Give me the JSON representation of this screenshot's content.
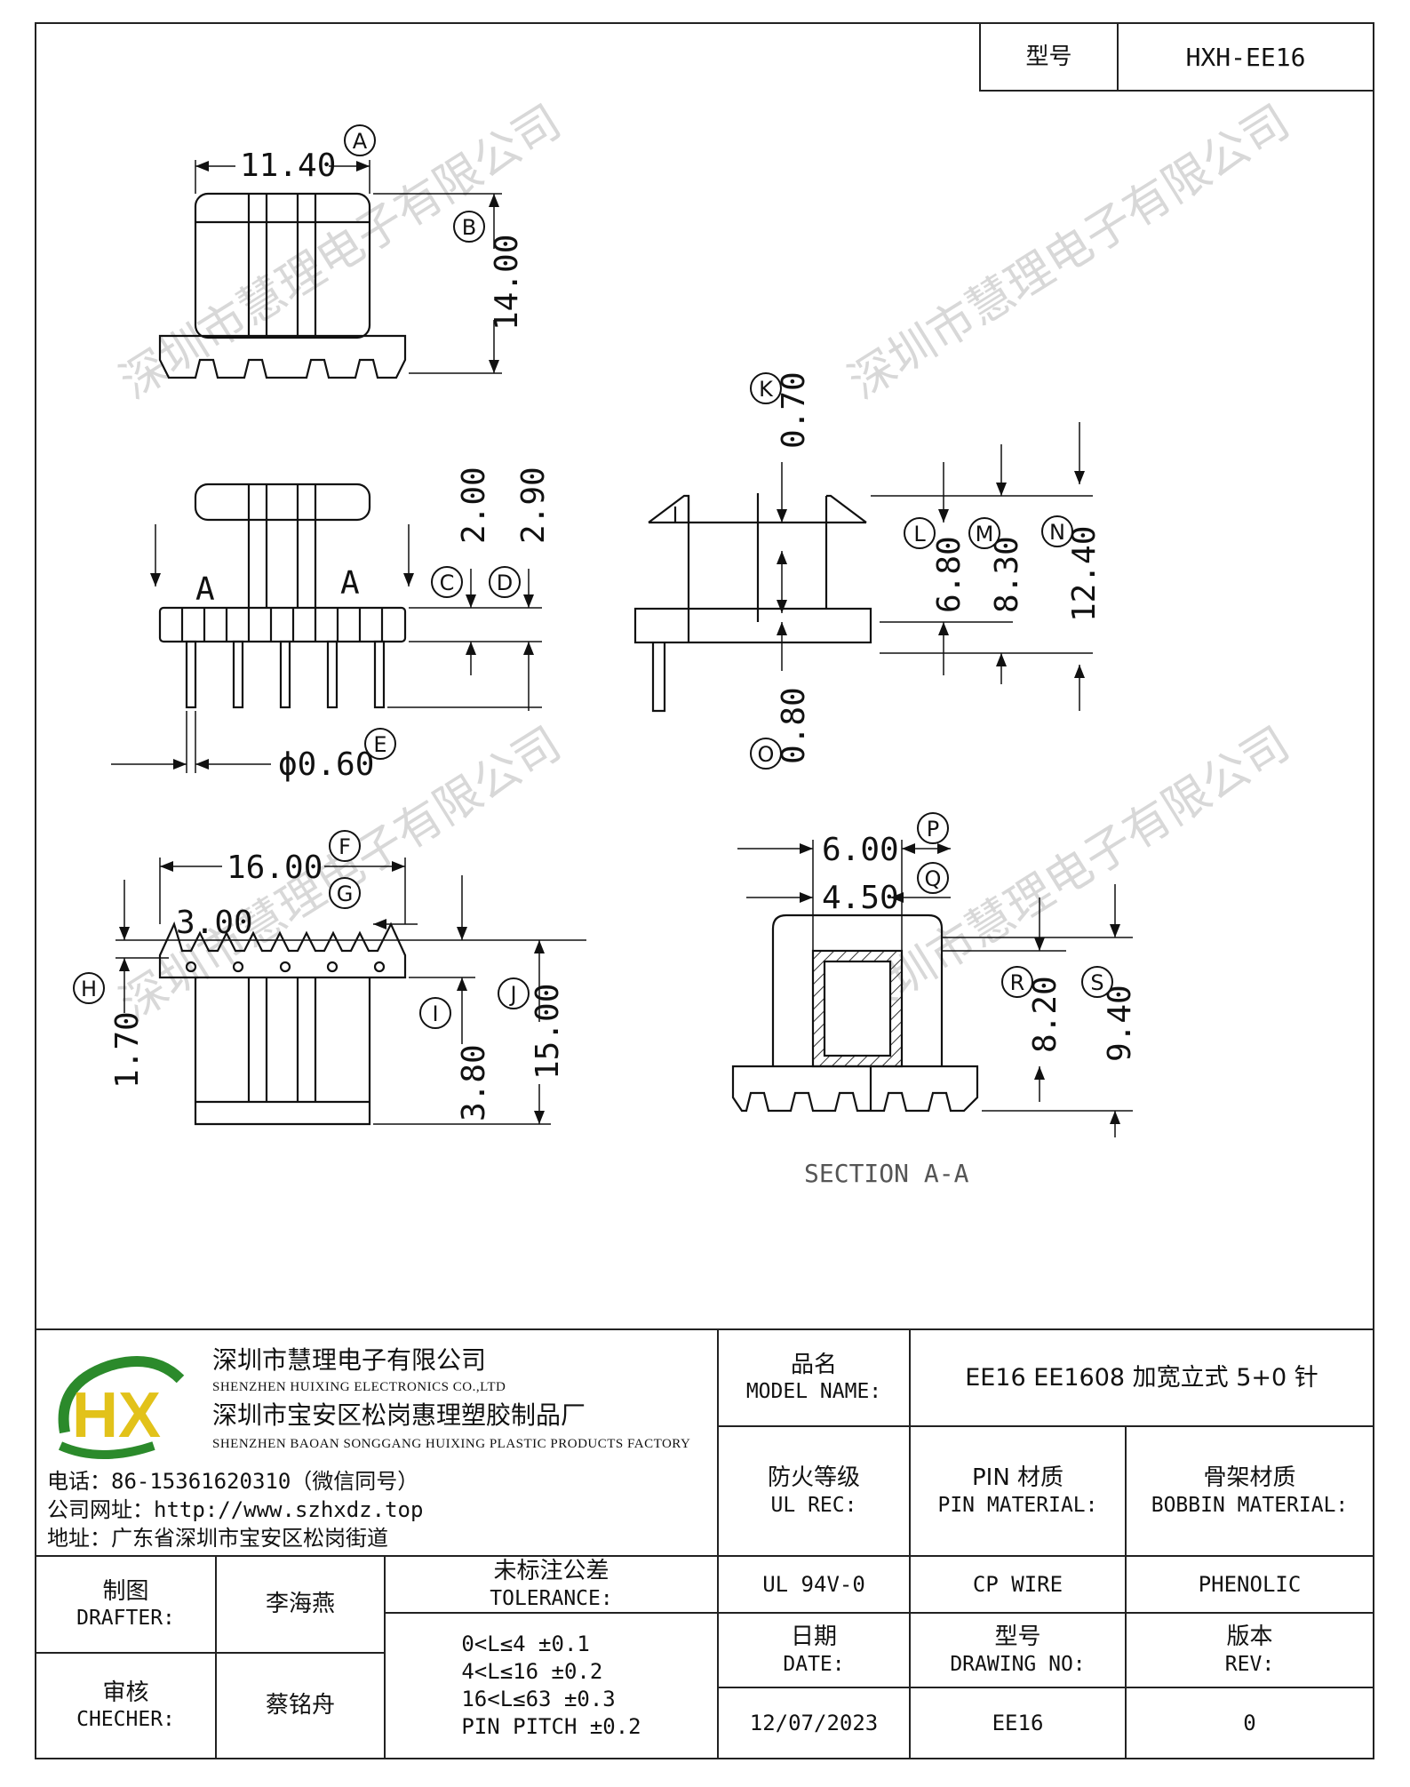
{
  "header": {
    "model_label": "型号",
    "model_value": "HXH-EE16"
  },
  "dimensions": {
    "A": "11.40",
    "B": "14.00",
    "C": "2.00",
    "D": "2.90",
    "E": "ϕ0.60",
    "F": "16.00",
    "G": "3.00",
    "H": "1.70",
    "I": "3.80",
    "J": "15.00",
    "K": "0.70",
    "L": "6.80",
    "M": "8.30",
    "N": "12.40",
    "O": "0.80",
    "P": "6.00",
    "Q": "4.50",
    "R": "8.20",
    "S": "9.40"
  },
  "bubbles": [
    "A",
    "B",
    "C",
    "D",
    "E",
    "F",
    "G",
    "H",
    "I",
    "J",
    "K",
    "L",
    "M",
    "N",
    "O",
    "P",
    "Q",
    "R",
    "S"
  ],
  "section_marker": "A",
  "section_caption": "SECTION A-A",
  "watermark": "深圳市慧理电子有限公司",
  "company": {
    "logo_text": "HX",
    "name_zh": "深圳市慧理电子有限公司",
    "name_en": "SHENZHEN HUIXING ELECTRONICS CO.,LTD",
    "factory_zh": "深圳市宝安区松岗惠理塑胶制品厂",
    "factory_en": "SHENZHEN BAOAN SONGGANG HUIXING PLASTIC PRODUCTS FACTORY",
    "phone": "电话：86-15361620310（微信同号）",
    "website": "公司网址：http://www.szhxdz.top",
    "address": "地址：广东省深圳市宝安区松岗街道"
  },
  "title_block": {
    "model_name_zh": "品名",
    "model_name_en": "MODEL NAME:",
    "model_name_value": "EE16 EE1608 加宽立式 5+0 针",
    "ul_zh": "防火等级",
    "ul_en": "UL REC:",
    "ul_value": "UL 94V-0",
    "pin_zh": "PIN 材质",
    "pin_en": "PIN MATERIAL:",
    "pin_value": "CP WIRE",
    "bobbin_zh": "骨架材质",
    "bobbin_en": "BOBBIN MATERIAL:",
    "bobbin_value": "PHENOLIC",
    "drafter_zh": "制图",
    "drafter_en": "DRAFTER:",
    "drafter_value": "李海燕",
    "checker_zh": "审核",
    "checker_en": "CHECHER:",
    "checker_value": "蔡铭舟",
    "tol_zh": "未标注公差",
    "tol_en": "TOLERANCE:",
    "tol_lines": [
      "0<L≤4  ±0.1",
      "4<L≤16 ±0.2",
      "16<L≤63 ±0.3",
      "PIN PITCH ±0.2"
    ],
    "date_zh": "日期",
    "date_en": "DATE:",
    "date_value": "12/07/2023",
    "drawno_zh": "型号",
    "drawno_en": "DRAWING NO:",
    "drawno_value": "EE16",
    "rev_zh": "版本",
    "rev_en": "REV:",
    "rev_value": "0"
  }
}
